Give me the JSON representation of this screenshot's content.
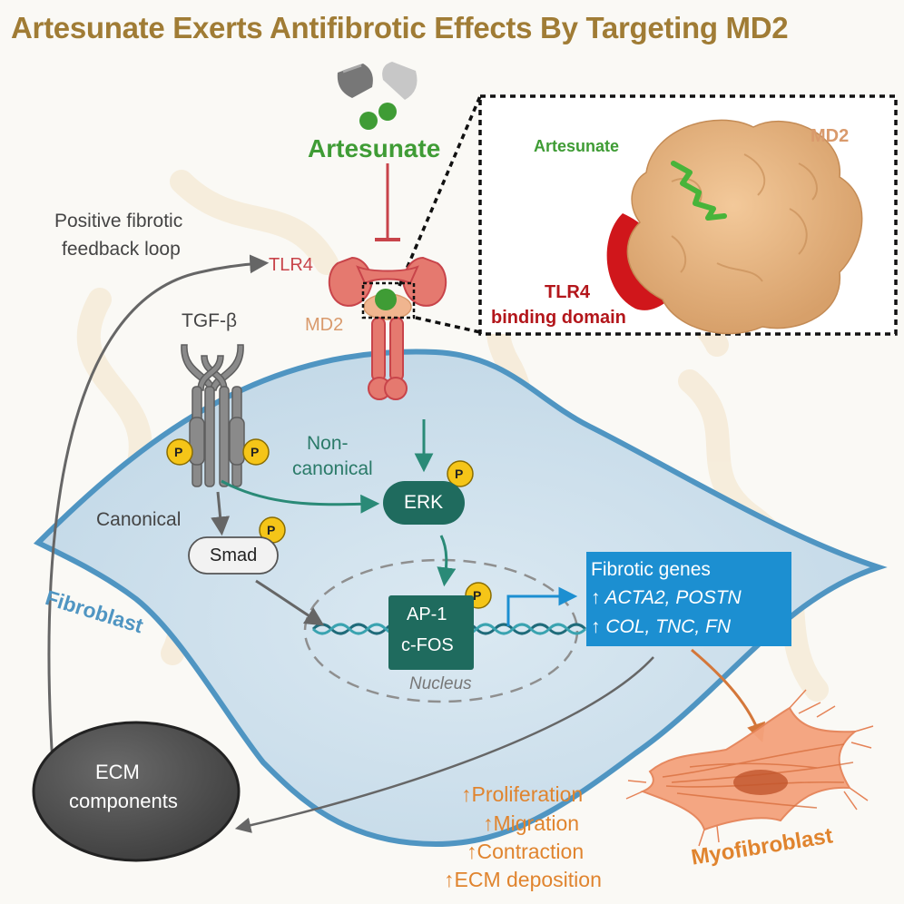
{
  "title": "Artesunate Exerts Antifibrotic Effects By Targeting MD2",
  "drug": {
    "label": "Artesunate"
  },
  "inset": {
    "ligand_label": "Artesunate",
    "protein_label": "MD2",
    "binding_line1": "TLR4",
    "binding_line2": "binding domain"
  },
  "receptors": {
    "tlr4": "TLR4",
    "md2": "MD2",
    "tgfb": "TGF-β"
  },
  "feedback": {
    "line1": "Positive fibrotic",
    "line2": "feedback loop"
  },
  "pathway": {
    "noncanonical_line1": "Non-",
    "noncanonical_line2": "canonical",
    "canonical": "Canonical",
    "erk": "ERK",
    "smad": "Smad",
    "phospho": "P",
    "ap1_line1": "AP-1",
    "ap1_line2": "c-FOS",
    "nucleus": "Nucleus"
  },
  "genes": {
    "heading": "Fibrotic genes",
    "line1": "↑ ACTA2, POSTN",
    "line2": "↑ COL, TNC, FN"
  },
  "cell": {
    "label": "Fibroblast"
  },
  "ecm": {
    "line1": "ECM",
    "line2": "components"
  },
  "effects": [
    "↑Proliferation",
    "↑Migration",
    "↑Contraction",
    "↑ECM deposition"
  ],
  "myofibroblast": {
    "label": "Myofibroblast"
  },
  "colors": {
    "title": "#a07c35",
    "artesunate": "#3f9c35",
    "tlr4": "#c8444a",
    "md2": "#d99a6c",
    "erk": "#1f6b5e",
    "genes_box": "#1c8fd1",
    "fibroblast": "#4f95c2",
    "effects": "#e0842e"
  }
}
